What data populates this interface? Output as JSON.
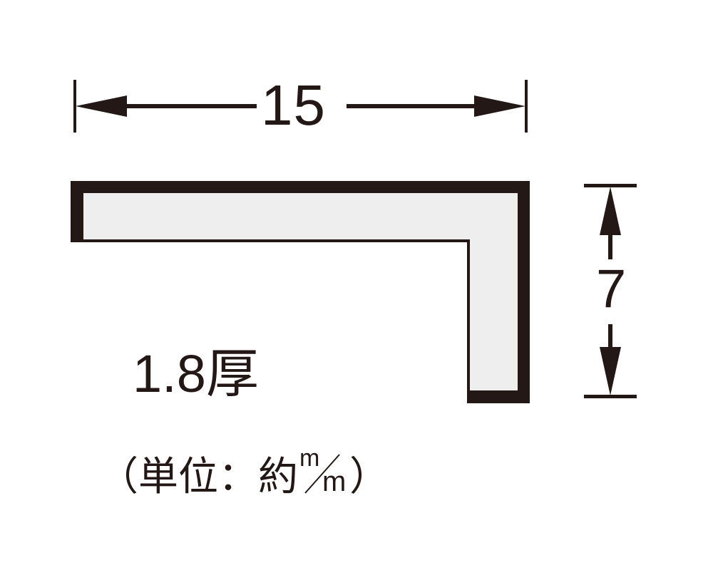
{
  "diagram": {
    "type": "L-angle profile cross-section",
    "colors": {
      "outline": "#231815",
      "fill": "#eeeeee",
      "background": "#ffffff"
    },
    "dimensions": {
      "width": "15",
      "height": "7",
      "thickness": "1.8厚"
    },
    "unit_note": {
      "open": "（",
      "prefix": "単位：約",
      "unit_top": "m",
      "unit_bottom": "m",
      "close": "）"
    }
  }
}
